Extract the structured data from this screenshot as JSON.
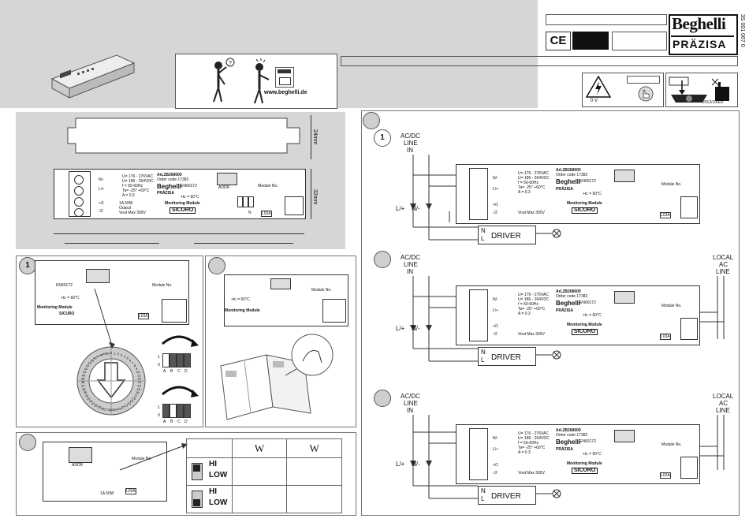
{
  "header": {
    "brand": "Beghelli",
    "sub_brand": "PRÄZISA",
    "doc_code": "3S 001 067 0",
    "ce_mark": "CE",
    "website": "www.beghelli.de",
    "voltage_warning": "0 V",
    "date_code": "2012/19/EU"
  },
  "dimensions": {
    "height_top": "24mm",
    "height_bottom": "32mm"
  },
  "module": {
    "code": "ArL2B268000",
    "order_code": "Order code 17382",
    "spec_u1": "U= 176 - 276VAC",
    "spec_u2": "U= 186 - 264VDC",
    "spec_f": "f = 50-60Hz",
    "spec_ta": "Ta= -25° +60°C",
    "spec_a": "A = 0.3",
    "tc": "+tc = 60°C",
    "brand": "Beghelli",
    "sub_brand": "PRÄZISA",
    "title": "Monitoring Module",
    "logo": "SICURO",
    "en": "EN60172",
    "terminal_n": "N/-",
    "terminal_l": "L/+",
    "terminal_1": "+/1",
    "terminal_2": "-/2",
    "module_no": "Module No.",
    "addr": "ADDR",
    "output": "Output",
    "vout": "Vout Max 300V",
    "ma": "1A 50W",
    "n_label": "N",
    "l_label": "L",
    "loca": "L03A",
    "dip_letters": [
      "A",
      "B",
      "C",
      "D"
    ],
    "dip_num_1": "1",
    "dip_num_0": "0"
  },
  "panels": {
    "step_1": "1"
  },
  "wiring": {
    "step_1": "1",
    "ac_dc_line": [
      "AC/DC",
      "LINE",
      "IN"
    ],
    "local_ac_line": [
      "LOCAL",
      "AC",
      "LINE"
    ],
    "l_plus": "L/+",
    "n_minus": "N/-",
    "driver": "DRIVER",
    "n": "N",
    "l": "L"
  },
  "table": {
    "col_w1": "W",
    "col_w2": "W",
    "hi": "HI",
    "low": "LOW"
  },
  "dial": {
    "numbers": [
      "0",
      "1",
      "2",
      "3",
      "4",
      "5",
      "6",
      "7",
      "8",
      "9",
      "10",
      "11",
      "12",
      "13",
      "14",
      "15",
      "16",
      "17",
      "18",
      "19",
      "20",
      "21",
      "22",
      "23",
      "24",
      "25",
      "26",
      "27",
      "28",
      "29",
      "30",
      "31",
      "32",
      "33",
      "34",
      "35",
      "36",
      "37",
      "38",
      "39",
      "40",
      "41",
      "42",
      "43",
      "44",
      "45",
      "46",
      "47",
      "48",
      "49",
      "50"
    ]
  }
}
